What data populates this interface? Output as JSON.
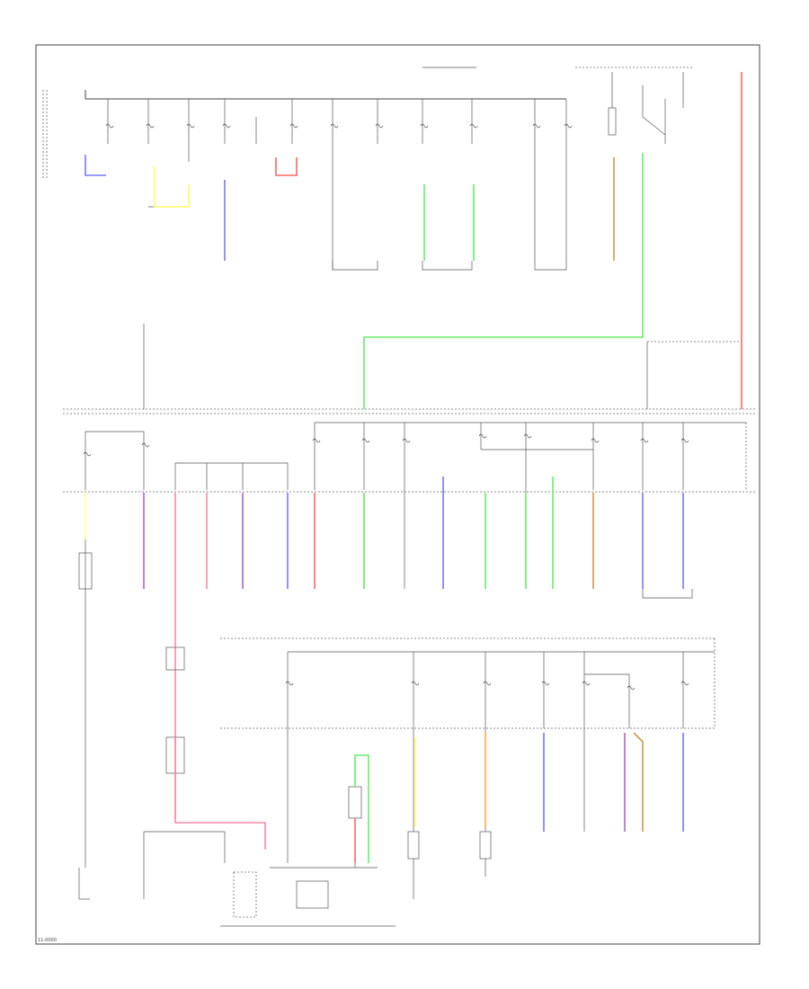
{
  "diagram": {
    "figure_id": "11-0000",
    "colors": {
      "line": "#444444",
      "blue": "#7777ff",
      "yellow": "#ffff66",
      "red": "#ff6666",
      "green": "#66ee66",
      "purple": "#aa66cc",
      "pink": "#ff88aa",
      "orange": "#ffaa44",
      "tan": "#cc9944",
      "light_green": "#99ff99",
      "light_yellow": "#ffff99"
    },
    "wires": [
      {
        "id": "w1",
        "color": "blue"
      },
      {
        "id": "w2",
        "color": "yellow"
      },
      {
        "id": "w3",
        "color": "blue"
      },
      {
        "id": "w4",
        "color": "red"
      },
      {
        "id": "w5",
        "color": "green"
      },
      {
        "id": "w6",
        "color": "green"
      },
      {
        "id": "w7",
        "color": "tan"
      },
      {
        "id": "w8",
        "color": "green"
      },
      {
        "id": "w9",
        "color": "red"
      },
      {
        "id": "w10",
        "color": "light_green"
      },
      {
        "id": "w11",
        "color": "light_yellow"
      },
      {
        "id": "w12",
        "color": "purple"
      },
      {
        "id": "w13",
        "color": "pink"
      },
      {
        "id": "w14",
        "color": "pink"
      },
      {
        "id": "w15",
        "color": "purple"
      },
      {
        "id": "w16",
        "color": "blue"
      },
      {
        "id": "w17",
        "color": "red"
      },
      {
        "id": "w18",
        "color": "green"
      },
      {
        "id": "w19",
        "color": "blue"
      },
      {
        "id": "w20",
        "color": "green"
      },
      {
        "id": "w21",
        "color": "green"
      },
      {
        "id": "w22",
        "color": "green"
      },
      {
        "id": "w23",
        "color": "tan"
      },
      {
        "id": "w24",
        "color": "blue"
      },
      {
        "id": "w25",
        "color": "blue"
      },
      {
        "id": "w26",
        "color": "yellow"
      },
      {
        "id": "w27",
        "color": "orange"
      },
      {
        "id": "w28",
        "color": "blue"
      },
      {
        "id": "w29",
        "color": "purple"
      },
      {
        "id": "w30",
        "color": "tan"
      },
      {
        "id": "w31",
        "color": "blue"
      },
      {
        "id": "w32",
        "color": "green"
      },
      {
        "id": "w33",
        "color": "red"
      },
      {
        "id": "w34",
        "color": "pink"
      }
    ]
  }
}
